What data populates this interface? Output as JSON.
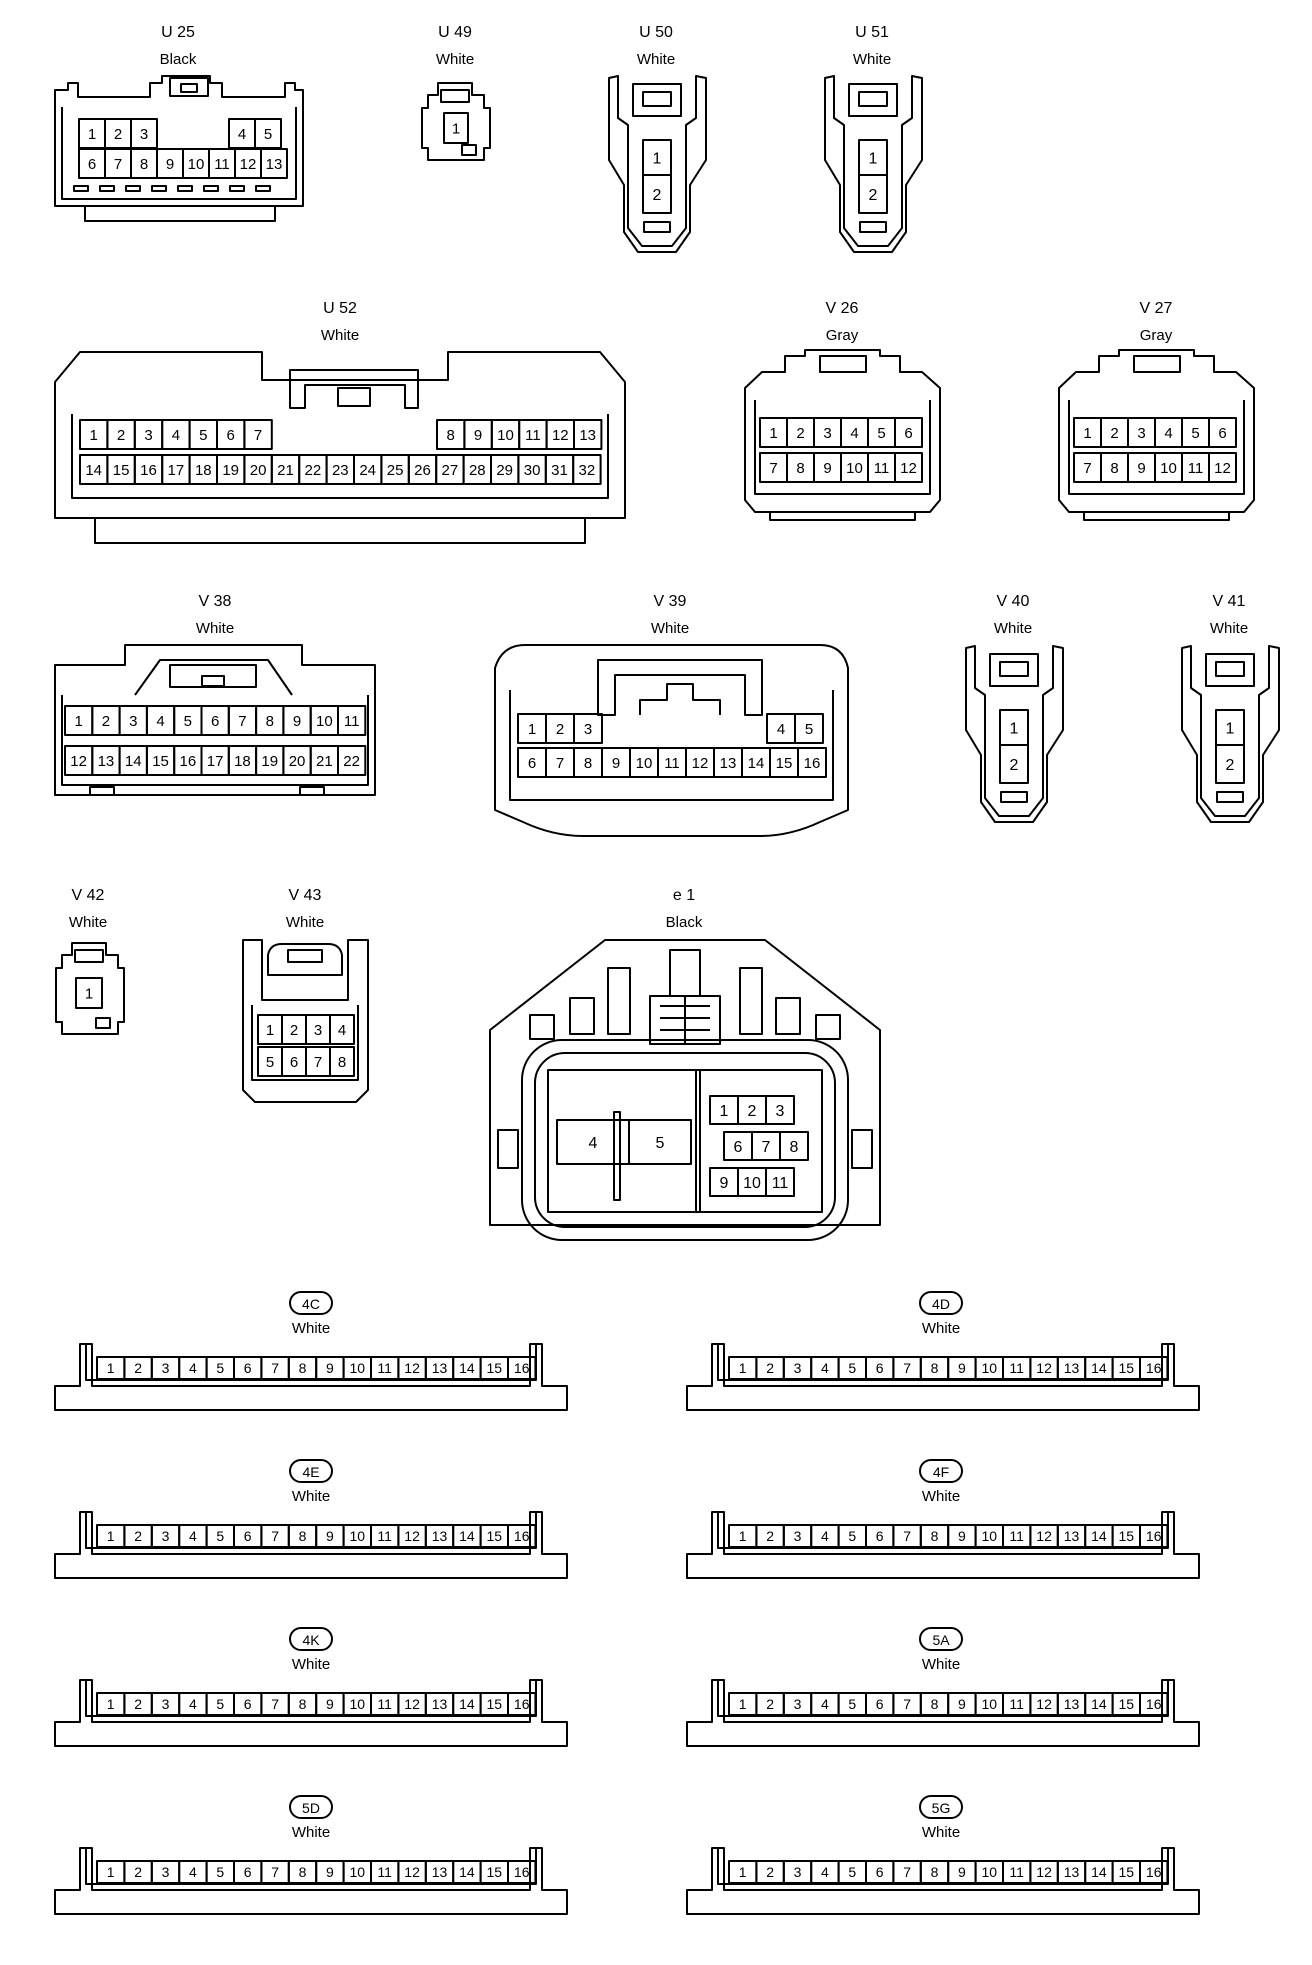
{
  "connectors": [
    {
      "id": "U 25",
      "color": "Black",
      "rows": [
        [
          "1",
          "2",
          "3",
          "4",
          "5"
        ],
        [
          "6",
          "7",
          "8",
          "9",
          "10",
          "11",
          "12",
          "13"
        ]
      ]
    },
    {
      "id": "U 49",
      "color": "White",
      "rows": [
        [
          "1"
        ]
      ]
    },
    {
      "id": "U 50",
      "color": "White",
      "rows": [
        [
          "1"
        ],
        [
          "2"
        ]
      ]
    },
    {
      "id": "U 51",
      "color": "White",
      "rows": [
        [
          "1"
        ],
        [
          "2"
        ]
      ]
    },
    {
      "id": "U 52",
      "color": "White",
      "rows": [
        [
          "1",
          "2",
          "3",
          "4",
          "5",
          "6",
          "7",
          "8",
          "9",
          "10",
          "11",
          "12",
          "13"
        ],
        [
          "14",
          "15",
          "16",
          "17",
          "18",
          "19",
          "20",
          "21",
          "22",
          "23",
          "24",
          "25",
          "26",
          "27",
          "28",
          "29",
          "30",
          "31",
          "32"
        ]
      ]
    },
    {
      "id": "V 26",
      "color": "Gray",
      "rows": [
        [
          "1",
          "2",
          "3",
          "4",
          "5",
          "6"
        ],
        [
          "7",
          "8",
          "9",
          "10",
          "11",
          "12"
        ]
      ]
    },
    {
      "id": "V 27",
      "color": "Gray",
      "rows": [
        [
          "1",
          "2",
          "3",
          "4",
          "5",
          "6"
        ],
        [
          "7",
          "8",
          "9",
          "10",
          "11",
          "12"
        ]
      ]
    },
    {
      "id": "V 38",
      "color": "White",
      "rows": [
        [
          "1",
          "2",
          "3",
          "4",
          "5",
          "6",
          "7",
          "8",
          "9",
          "10",
          "11"
        ],
        [
          "12",
          "13",
          "14",
          "15",
          "16",
          "17",
          "18",
          "19",
          "20",
          "21",
          "22"
        ]
      ]
    },
    {
      "id": "V 39",
      "color": "White",
      "rows": [
        [
          "1",
          "2",
          "3",
          "4",
          "5"
        ],
        [
          "6",
          "7",
          "8",
          "9",
          "10",
          "11",
          "12",
          "13",
          "14",
          "15",
          "16"
        ]
      ]
    },
    {
      "id": "V 40",
      "color": "White",
      "rows": [
        [
          "1"
        ],
        [
          "2"
        ]
      ]
    },
    {
      "id": "V 41",
      "color": "White",
      "rows": [
        [
          "1"
        ],
        [
          "2"
        ]
      ]
    },
    {
      "id": "V 42",
      "color": "White",
      "rows": [
        [
          "1"
        ]
      ]
    },
    {
      "id": "V 43",
      "color": "White",
      "rows": [
        [
          "1",
          "2",
          "3",
          "4"
        ],
        [
          "5",
          "6",
          "7",
          "8"
        ]
      ]
    },
    {
      "id": "e 1",
      "color": "Black",
      "rows": [
        [
          "4",
          "5"
        ],
        [
          "1",
          "2",
          "3"
        ],
        [
          "6",
          "7",
          "8"
        ],
        [
          "9",
          "10",
          "11"
        ]
      ]
    },
    {
      "id": "4C",
      "color": "White",
      "rows": [
        [
          "1",
          "2",
          "3",
          "4",
          "5",
          "6",
          "7",
          "8",
          "9",
          "10",
          "11",
          "12",
          "13",
          "14",
          "15",
          "16"
        ]
      ]
    },
    {
      "id": "4D",
      "color": "White",
      "rows": [
        [
          "1",
          "2",
          "3",
          "4",
          "5",
          "6",
          "7",
          "8",
          "9",
          "10",
          "11",
          "12",
          "13",
          "14",
          "15",
          "16"
        ]
      ]
    },
    {
      "id": "4E",
      "color": "White",
      "rows": [
        [
          "1",
          "2",
          "3",
          "4",
          "5",
          "6",
          "7",
          "8",
          "9",
          "10",
          "11",
          "12",
          "13",
          "14",
          "15",
          "16"
        ]
      ]
    },
    {
      "id": "4F",
      "color": "White",
      "rows": [
        [
          "1",
          "2",
          "3",
          "4",
          "5",
          "6",
          "7",
          "8",
          "9",
          "10",
          "11",
          "12",
          "13",
          "14",
          "15",
          "16"
        ]
      ]
    },
    {
      "id": "4K",
      "color": "White",
      "rows": [
        [
          "1",
          "2",
          "3",
          "4",
          "5",
          "6",
          "7",
          "8",
          "9",
          "10",
          "11",
          "12",
          "13",
          "14",
          "15",
          "16"
        ]
      ]
    },
    {
      "id": "5A",
      "color": "White",
      "rows": [
        [
          "1",
          "2",
          "3",
          "4",
          "5",
          "6",
          "7",
          "8",
          "9",
          "10",
          "11",
          "12",
          "13",
          "14",
          "15",
          "16"
        ]
      ]
    },
    {
      "id": "5D",
      "color": "White",
      "rows": [
        [
          "1",
          "2",
          "3",
          "4",
          "5",
          "6",
          "7",
          "8",
          "9",
          "10",
          "11",
          "12",
          "13",
          "14",
          "15",
          "16"
        ]
      ]
    },
    {
      "id": "5G",
      "color": "White",
      "rows": [
        [
          "1",
          "2",
          "3",
          "4",
          "5",
          "6",
          "7",
          "8",
          "9",
          "10",
          "11",
          "12",
          "13",
          "14",
          "15",
          "16"
        ]
      ]
    }
  ]
}
